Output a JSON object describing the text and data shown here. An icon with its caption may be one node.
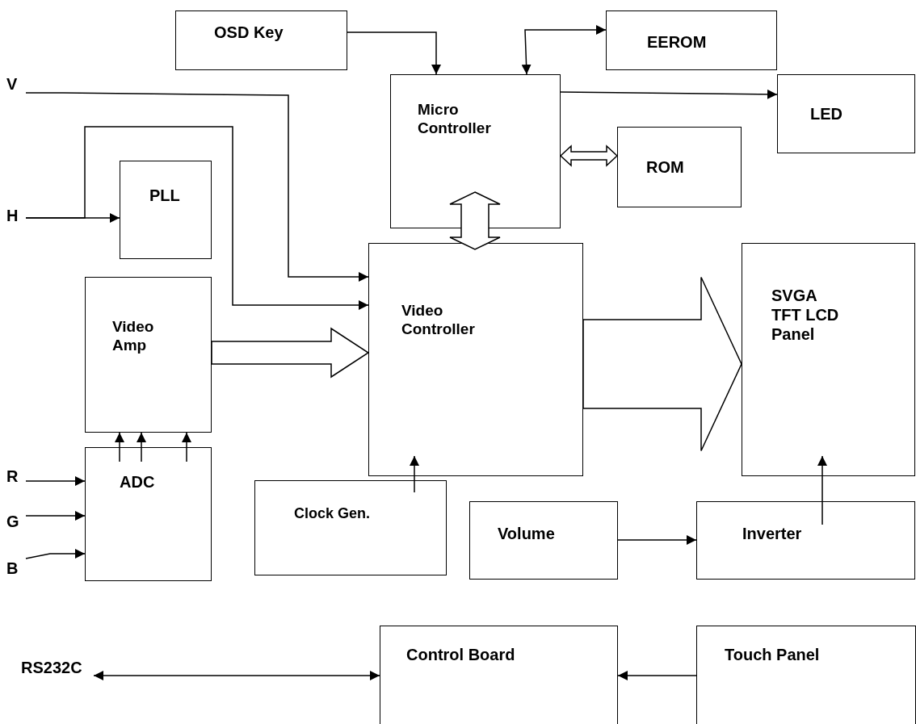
{
  "diagram": {
    "nodes": [
      {
        "text": [
          "OSD Key"
        ]
      },
      {
        "text": [
          "EEROM"
        ]
      },
      {
        "text": [
          "Micro Controller"
        ]
      },
      {
        "text": [
          "LED"
        ]
      },
      {
        "text": [
          "ROM"
        ]
      },
      {
        "text": [
          "PLL"
        ]
      },
      {
        "text": [
          "Video Amp"
        ]
      },
      {
        "text": [
          "Video Controller"
        ]
      },
      {
        "text": [
          "SVGA TFT LCD Panel"
        ]
      },
      {
        "text": [
          "ADC"
        ]
      },
      {
        "text": [
          "Clock Gen."
        ]
      },
      {
        "text": [
          "Volume"
        ]
      },
      {
        "text": [
          "Inverter"
        ]
      },
      {
        "text": [
          "Control Board"
        ]
      },
      {
        "text": [
          "Touch Panel"
        ]
      },
      {
        "text": [
          "V"
        ]
      },
      {
        "text": [
          "H"
        ]
      },
      {
        "text": [
          "R"
        ]
      },
      {
        "text": [
          "G"
        ]
      },
      {
        "text": [
          "B"
        ]
      },
      {
        "text": [
          "RS232C"
        ]
      }
    ],
    "edges": [
      {
        "from": 0,
        "to": 2,
        "arrow": "to"
      },
      {
        "from": 2,
        "to": 1,
        "arrow": "both"
      },
      {
        "from": 2,
        "to": 3,
        "arrow": "to"
      },
      {
        "from": 2,
        "to": 4,
        "arrow": "both",
        "style": "thick"
      },
      {
        "from": 2,
        "to": 7,
        "arrow": "both",
        "style": "thick"
      },
      {
        "from": 15,
        "to": 7,
        "arrow": "to"
      },
      {
        "from": 16,
        "to": 5,
        "arrow": "to"
      },
      {
        "from": 16,
        "to": 7,
        "arrow": "to"
      },
      {
        "from": 6,
        "to": 7,
        "arrow": "to",
        "style": "thick"
      },
      {
        "from": 7,
        "to": 8,
        "arrow": "to",
        "style": "thick"
      },
      {
        "from": 9,
        "to": 6,
        "arrow": "to"
      },
      {
        "from": 9,
        "to": 6,
        "arrow": "to"
      },
      {
        "from": 9,
        "to": 6,
        "arrow": "to"
      },
      {
        "from": 10,
        "to": 7,
        "arrow": "to"
      },
      {
        "from": 11,
        "to": 12,
        "arrow": "to"
      },
      {
        "from": 12,
        "to": 8,
        "arrow": "to"
      },
      {
        "from": 17,
        "to": 9,
        "arrow": "to"
      },
      {
        "from": 18,
        "to": 9,
        "arrow": "to"
      },
      {
        "from": 19,
        "to": 9,
        "arrow": "to"
      },
      {
        "from": 20,
        "to": 13,
        "arrow": "both"
      },
      {
        "from": 14,
        "to": 13,
        "arrow": "to"
      }
    ]
  }
}
